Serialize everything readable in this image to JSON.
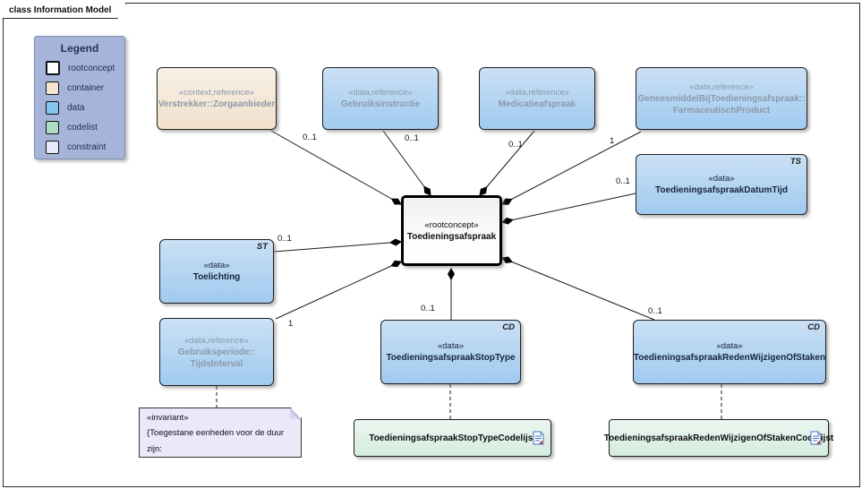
{
  "frame": {
    "label": "class Information Model"
  },
  "legend": {
    "title": "Legend",
    "items": [
      {
        "label": "rootconcept",
        "color": "#ffffff"
      },
      {
        "label": "container",
        "color": "#f6e3d1"
      },
      {
        "label": "data",
        "color": "#86c5f0"
      },
      {
        "label": "codelist",
        "color": "#abdcc4"
      },
      {
        "label": "constraint",
        "color": "#e8e8fb"
      }
    ]
  },
  "nodes": {
    "verstrekker": {
      "stereotype": "«context,reference»",
      "name": "Verstrekker::Zorgaanbieder"
    },
    "gebruiksinstructie": {
      "stereotype": "«data,reference»",
      "name": "Gebruiksinstructie"
    },
    "medicatieafspraak": {
      "stereotype": "«data,reference»",
      "name": "Medicatieafspraak"
    },
    "farmaceutischproduct": {
      "stereotype": "«data,reference»",
      "name": "GeneesmiddelBijToedieningsafspraak::\nFarmaceutischProduct"
    },
    "datumtijd": {
      "stereotype": "«data»",
      "name": "ToedieningsafspraakDatumTijd",
      "marker": "TS"
    },
    "rootconcept": {
      "stereotype": "«rootconcept»",
      "name": "Toedieningsafspraak"
    },
    "toelichting": {
      "stereotype": "«data»",
      "name": "Toelichting",
      "marker": "ST"
    },
    "gebruiksperiode": {
      "stereotype": "«data,reference»",
      "name": "Gebruiksperiode::\nTijdsInterval"
    },
    "stoptype": {
      "stereotype": "«data»",
      "name": "ToedieningsafspraakStopType",
      "marker": "CD"
    },
    "redenwijzigen": {
      "stereotype": "«data»",
      "name": "ToedieningsafspraakRedenWijzigenOfStaken",
      "marker": "CD"
    },
    "stoptype_codelijst": {
      "name": "ToedieningsafspraakStopTypeCodelijst"
    },
    "redenwijzigen_codelijst": {
      "name": "ToedieningsafspraakRedenWijzigenOfStakenCodelijst"
    },
    "invariant_note": {
      "stereotype": "«invariant»",
      "text": "{Toegestane eenheden voor de duur zijn:\nuur, dag, week, jaar}"
    }
  },
  "multiplicities": {
    "verstrekker": "0..1",
    "gebruiksinstructie": "0..1",
    "medicatieafspraak": "0..1",
    "farmaceutischproduct": "1",
    "datumtijd": "0..1",
    "toelichting": "0..1",
    "gebruiksperiode": "1",
    "stoptype": "0..1",
    "redenwijzigen": "0..1"
  },
  "colors": {
    "data_fill": "#a0caef",
    "container_fill": "#f0e0cb",
    "codelist_fill": "#d4ecdf",
    "constraint_fill": "#e9e9fa",
    "legend_bg": "#a7b4d9",
    "reference_text": "#8b99aa",
    "connector": "#1a1a1a"
  }
}
